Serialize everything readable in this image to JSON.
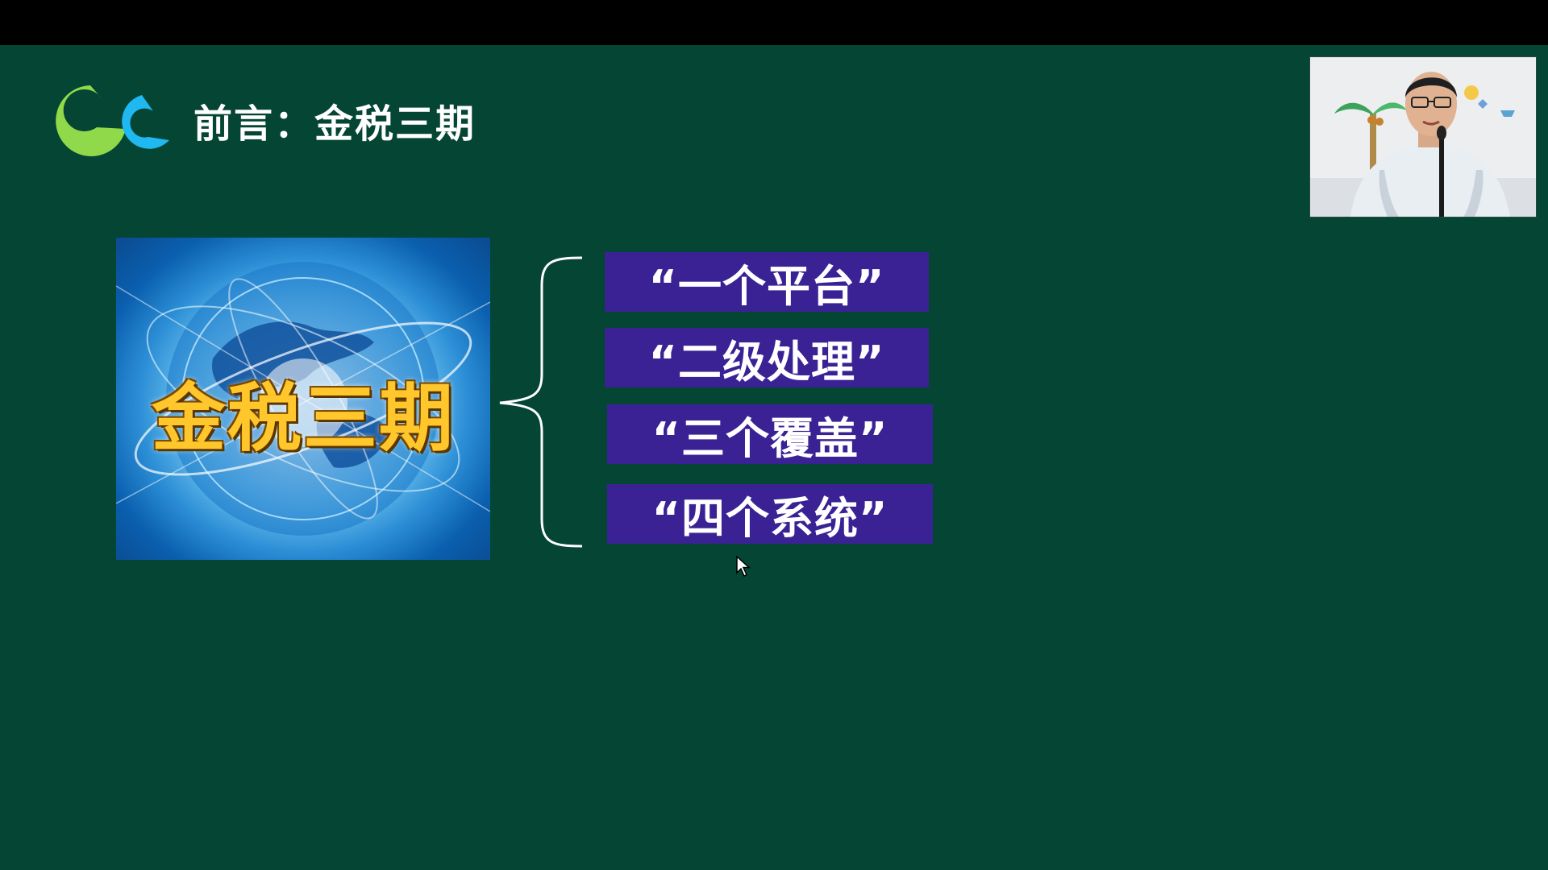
{
  "slide": {
    "title": "前言：金税三期",
    "image_caption": "金税三期",
    "items": [
      {
        "label": "“一个平台”"
      },
      {
        "label": "“二级处理”"
      },
      {
        "label": "“三个覆盖”"
      },
      {
        "label": "“四个系统”"
      }
    ]
  },
  "colors": {
    "background": "#044533",
    "item_fill": "#3a2295",
    "logo_green": "#8fd94a",
    "logo_blue": "#1fb8f0",
    "caption_gold": "#ffc72c"
  },
  "icons": {
    "logo": "cc-logo-icon",
    "cursor": "mouse-pointer-icon"
  }
}
